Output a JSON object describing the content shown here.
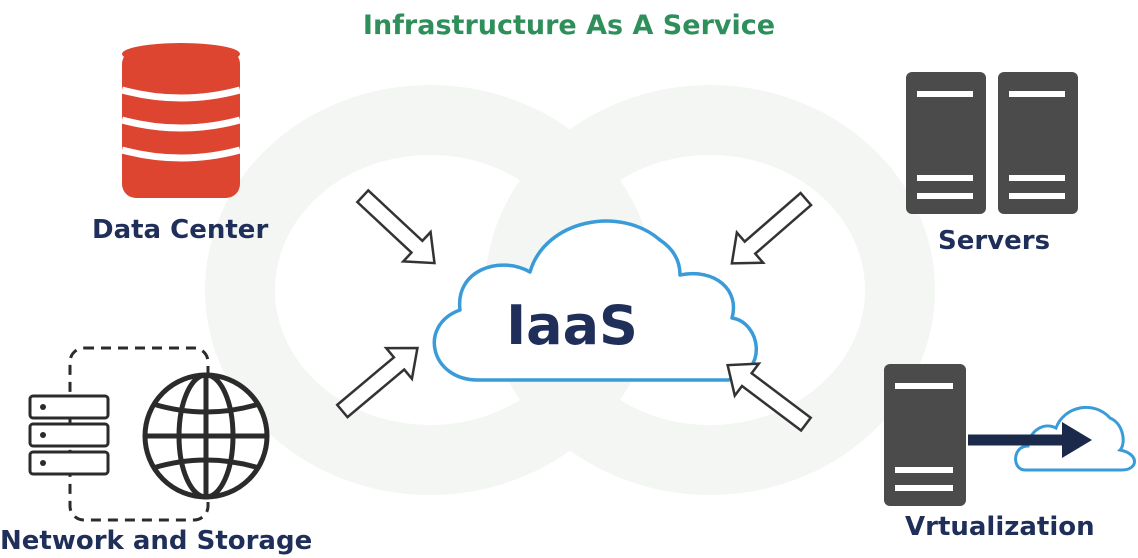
{
  "title": "Infrastructure As A Service",
  "center": {
    "label": "IaaS",
    "icon": "cloud-icon"
  },
  "nodes": [
    {
      "id": "data-center",
      "label": "Data Center",
      "icon": "database-icon",
      "color": "#dd4530"
    },
    {
      "id": "servers",
      "label": "Servers",
      "icon": "server-rack-icon",
      "color": "#4b4b4b"
    },
    {
      "id": "network-storage",
      "label": "Network and Storage",
      "icon": "globe-icon"
    },
    {
      "id": "virtualization",
      "label": "Vrtualization",
      "icon": "server-to-cloud-icon"
    }
  ],
  "colors": {
    "title": "#2f8f5b",
    "label": "#1f2f5a",
    "cloud_stroke": "#3a9bd9",
    "arrow_outline": "#333333"
  }
}
